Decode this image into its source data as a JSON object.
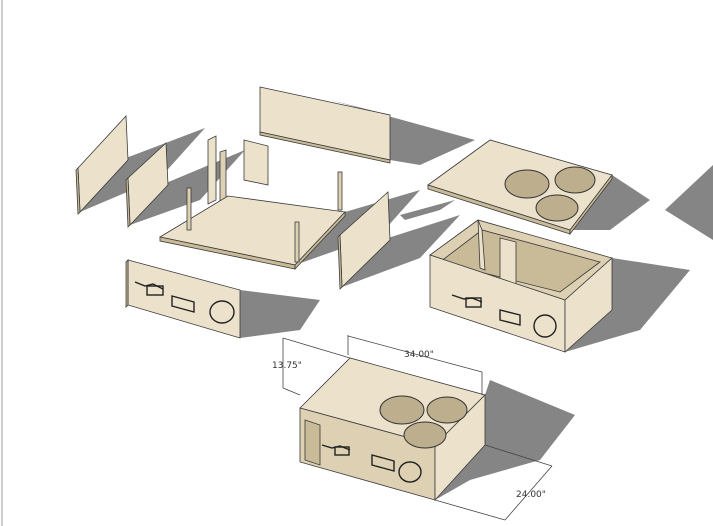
{
  "colors": {
    "wood": "#ece2cc",
    "shadow": "#858585",
    "background": "#ffffff"
  },
  "dimensions": {
    "height": "13.75\"",
    "width": "34.00\"",
    "depth": "24.00\""
  }
}
